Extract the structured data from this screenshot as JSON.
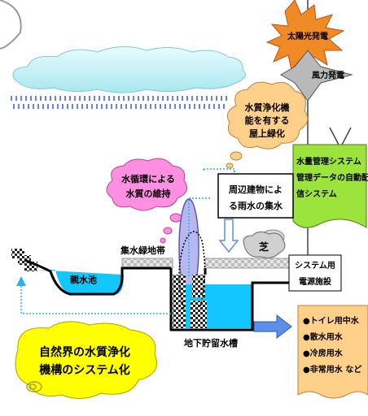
{
  "labels": {
    "solar": "太陽光発電",
    "wind": "風力発電",
    "roof_green": [
      "水質浄化機",
      "能を有する",
      "屋上緑化"
    ],
    "water_mgmt": [
      "水量管理システム",
      "管理データの自動配",
      "信システム"
    ],
    "water_cycle": [
      "水循環による",
      "水質の維持"
    ],
    "rain_collect": [
      "周辺建物によ",
      "る雨水の集水"
    ],
    "grass": "芝",
    "catchment_green": "集水緑地帯",
    "pond": "親水池",
    "system_power": [
      "システム用",
      "電源施設"
    ],
    "underground_tank": "地下貯留水槽",
    "uses": [
      "●トイレ用中水",
      "●散水用水",
      "●冷房用水",
      "●非常用水 など"
    ],
    "nature": [
      "自然界の水質浄化",
      "機構のシステム化"
    ]
  },
  "colors": {
    "solar_burst": "#f08a24",
    "diamond": "#b9b9b9",
    "cloud": "#c6f3f6",
    "rain": "#1b3fd0",
    "thought_orange": "#ffd08a",
    "thought_pink": "#ff8fe0",
    "flag_green": "#9ce33b",
    "water": "#12c6ff",
    "output_box": "#ffd08a",
    "yellow_blob": "#ffff00",
    "arrow_blue": "#5b8fe8",
    "dotted_cyan": "#2ab0e8",
    "tank_fill": "#12c6ff",
    "ellipse_purple": "#b8b8f0"
  }
}
